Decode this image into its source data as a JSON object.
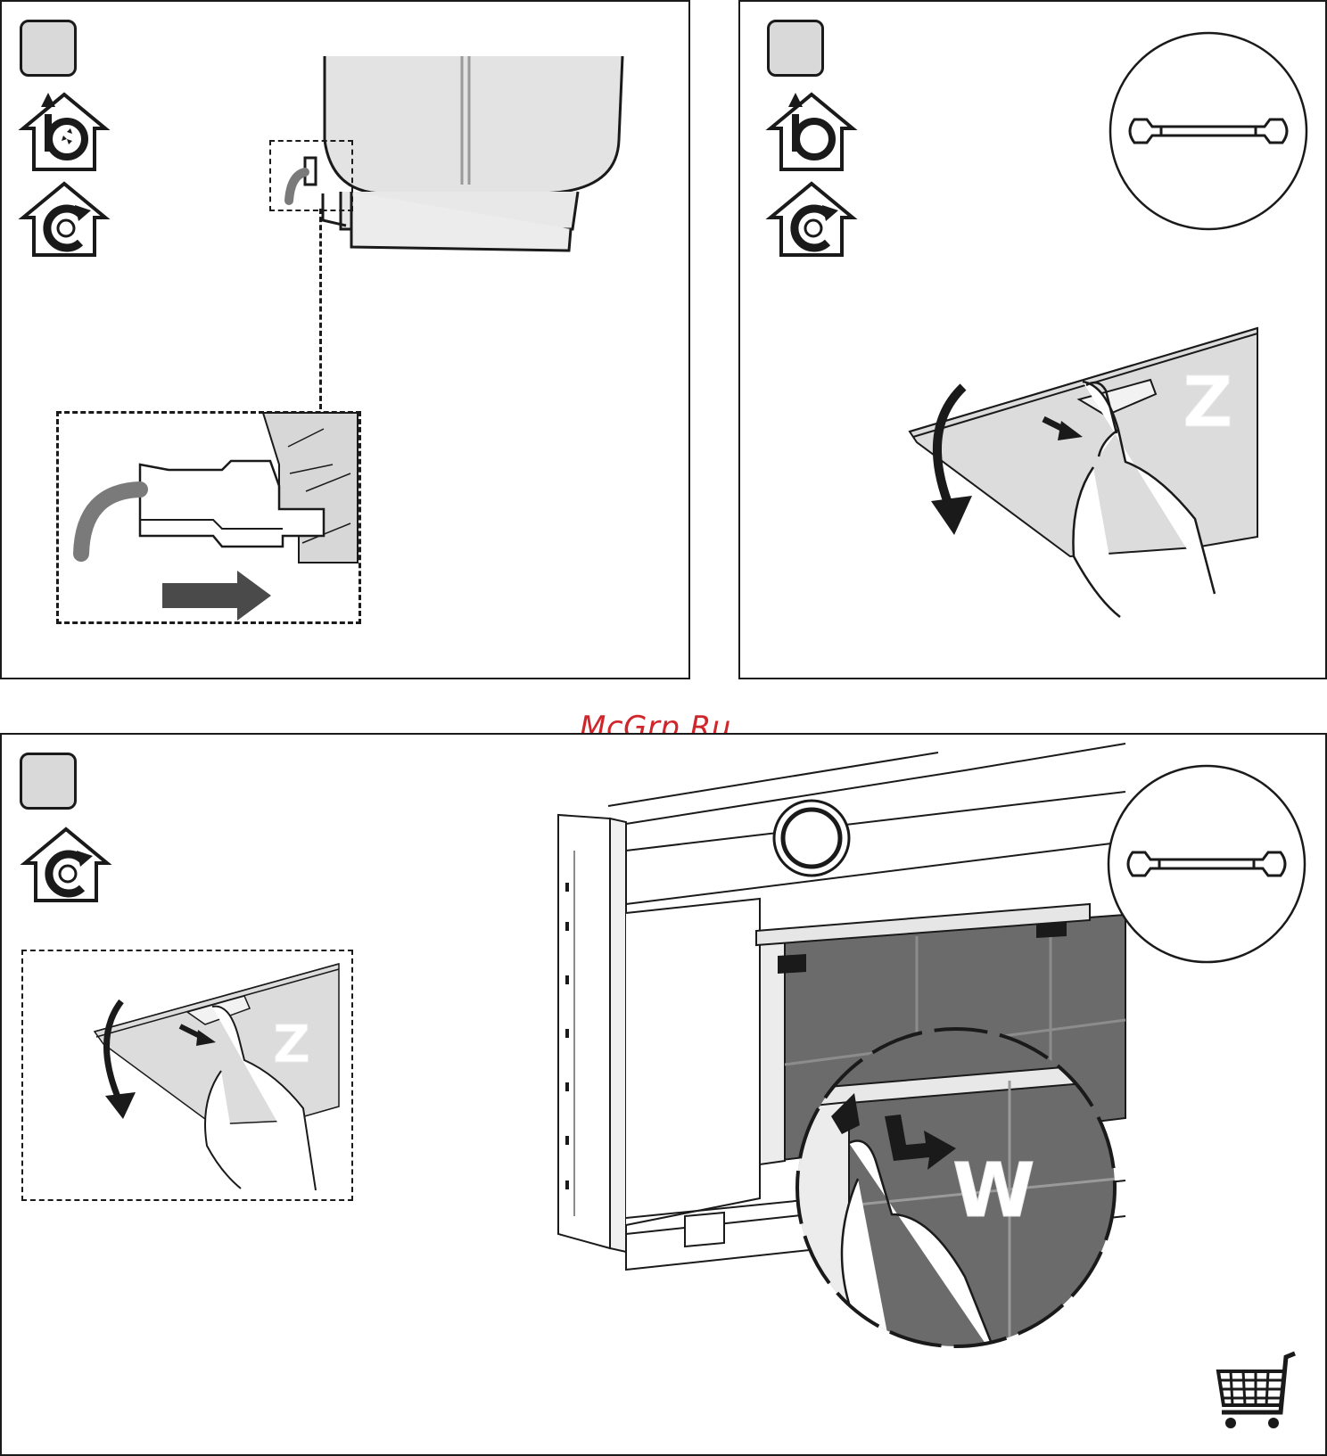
{
  "watermark": "McGrp.Ru",
  "panels": [
    {
      "id": "step-1",
      "icons": [
        "extraction-mode-icon",
        "recirculation-mode-icon"
      ]
    },
    {
      "id": "step-2",
      "icons": [
        "extraction-mode-icon",
        "recirculation-mode-icon",
        "wrench-icon"
      ],
      "part_label": "Z"
    },
    {
      "id": "step-3",
      "icons": [
        "recirculation-mode-icon",
        "wrench-icon",
        "shopping-cart-icon"
      ],
      "part_labels": [
        "Z",
        "W"
      ]
    }
  ],
  "labels": {
    "grease_filter": "Z",
    "odour_filter": "W"
  },
  "colors": {
    "outline": "#1a1a1a",
    "step_box_fill": "#d9d9d9",
    "filter_panel": "#6b6b6b",
    "arrow": "#4a4a4a",
    "watermark": "#d0262b"
  }
}
